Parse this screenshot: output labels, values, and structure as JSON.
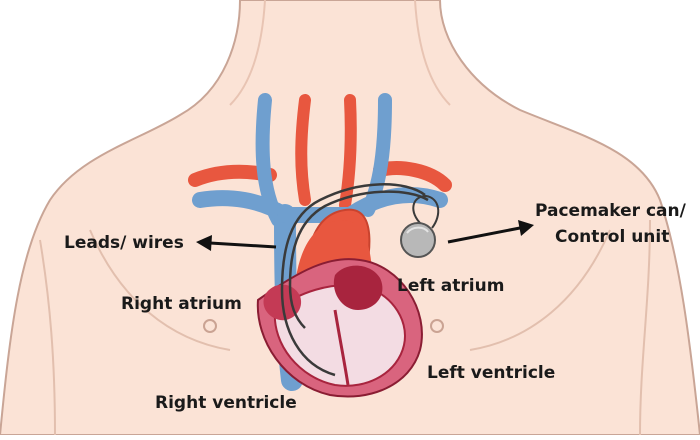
{
  "labels": {
    "leads_wires": "Leads/ wires",
    "pacemaker_can_line1": "Pacemaker can/",
    "pacemaker_can_line2": "Control unit",
    "left_atrium": "Left atrium",
    "right_atrium": "Right atrium",
    "left_ventricle": "Left ventricle",
    "right_ventricle": "Right ventricle"
  },
  "colors": {
    "skin": "#fbe3d6",
    "skin_outline": "#c9a596",
    "vein_blue": "#6f9fcf",
    "artery_red": "#e8573f",
    "heart_dark": "#a8243e",
    "heart_pink": "#d9647e",
    "lead_wire": "#3a3a3a",
    "pacemaker_can": "#b8b8b8"
  }
}
